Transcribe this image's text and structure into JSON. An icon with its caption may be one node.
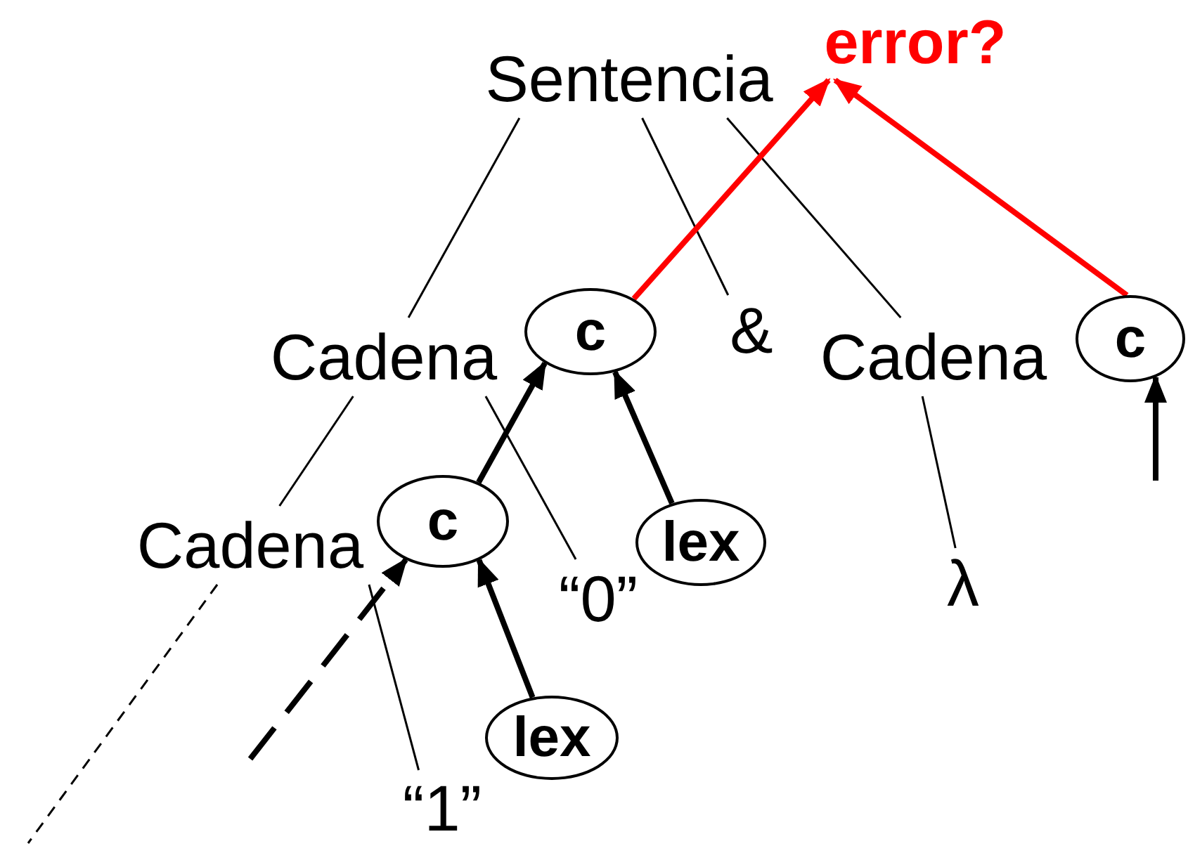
{
  "diagram": {
    "nodes": [
      {
        "text": [
          "Sentencia"
        ]
      },
      {
        "text": [
          "error?"
        ]
      },
      {
        "text": [
          "Cadena"
        ]
      },
      {
        "text": [
          "c"
        ]
      },
      {
        "text": [
          "&"
        ]
      },
      {
        "text": [
          "Cadena"
        ]
      },
      {
        "text": [
          "c"
        ]
      },
      {
        "text": [
          "Cadena"
        ]
      },
      {
        "text": [
          "c"
        ]
      },
      {
        "text": [
          "“0”"
        ]
      },
      {
        "text": [
          "lex"
        ]
      },
      {
        "text": [
          "λ"
        ]
      },
      {
        "text": [
          "lex"
        ]
      },
      {
        "text": [
          "“1”"
        ]
      }
    ],
    "edges": [
      {
        "from": 0,
        "to": 2,
        "arrow": "none"
      },
      {
        "from": 0,
        "to": 4,
        "arrow": "none"
      },
      {
        "from": 0,
        "to": 5,
        "arrow": "none"
      },
      {
        "from": 2,
        "to": 7,
        "arrow": "none"
      },
      {
        "from": 2,
        "to": 9,
        "arrow": "none"
      },
      {
        "from": 7,
        "to": null,
        "arrow": "none",
        "style": "dashed"
      },
      {
        "from": 7,
        "to": 13,
        "arrow": "none"
      },
      {
        "from": 5,
        "to": 11,
        "arrow": "none"
      },
      {
        "from": 8,
        "to": 3,
        "arrow": "to",
        "style": "thick"
      },
      {
        "from": 10,
        "to": 3,
        "arrow": "to",
        "style": "thick"
      },
      {
        "from": 12,
        "to": 8,
        "arrow": "to",
        "style": "thick"
      },
      {
        "from": null,
        "to": 8,
        "arrow": "to",
        "style": "dashed"
      },
      {
        "from": null,
        "to": 6,
        "arrow": "to",
        "style": "thick"
      },
      {
        "from": 3,
        "to": 1,
        "arrow": "to",
        "style": "thick",
        "color": "#ff0000"
      },
      {
        "from": 6,
        "to": 1,
        "arrow": "to",
        "style": "thick",
        "color": "#ff0000"
      }
    ]
  }
}
